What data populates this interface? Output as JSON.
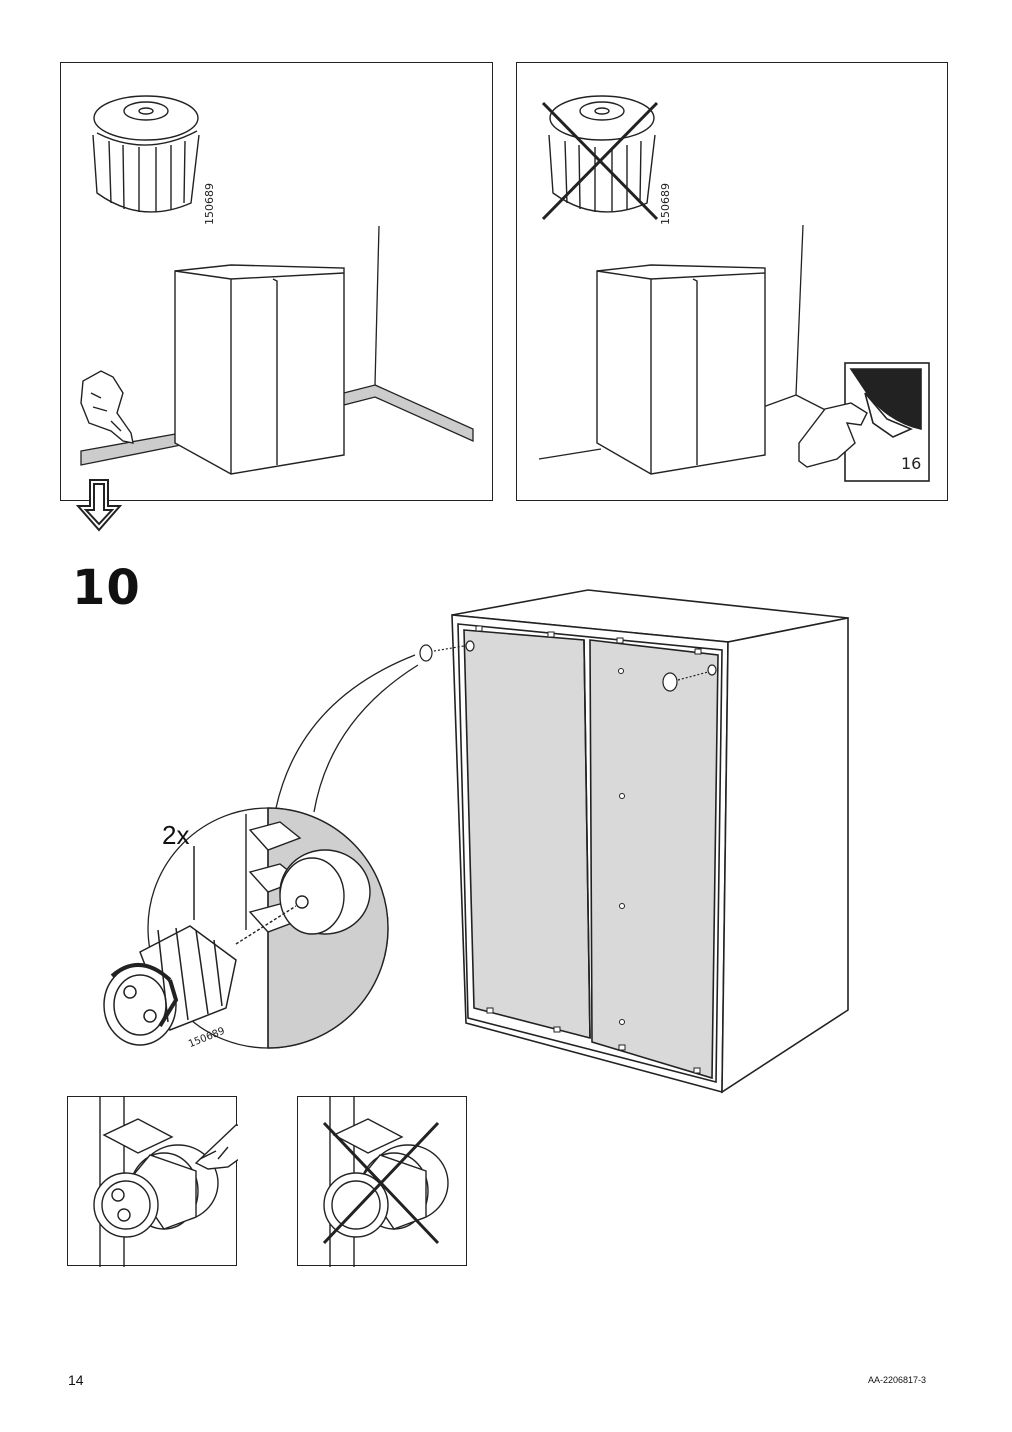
{
  "top_left_panel": {
    "part_number": "150689"
  },
  "top_right_panel": {
    "part_number": "150689",
    "reference_page": "16"
  },
  "step": {
    "number": "10",
    "quantity": "2x",
    "part_number": "150689"
  },
  "footer": {
    "page_number": "14",
    "document_code": "AA-2206817-3"
  },
  "colors": {
    "line": "#222222",
    "back_panel_fill": "#d9d9d9",
    "detail_fill": "#cfcfcf"
  }
}
